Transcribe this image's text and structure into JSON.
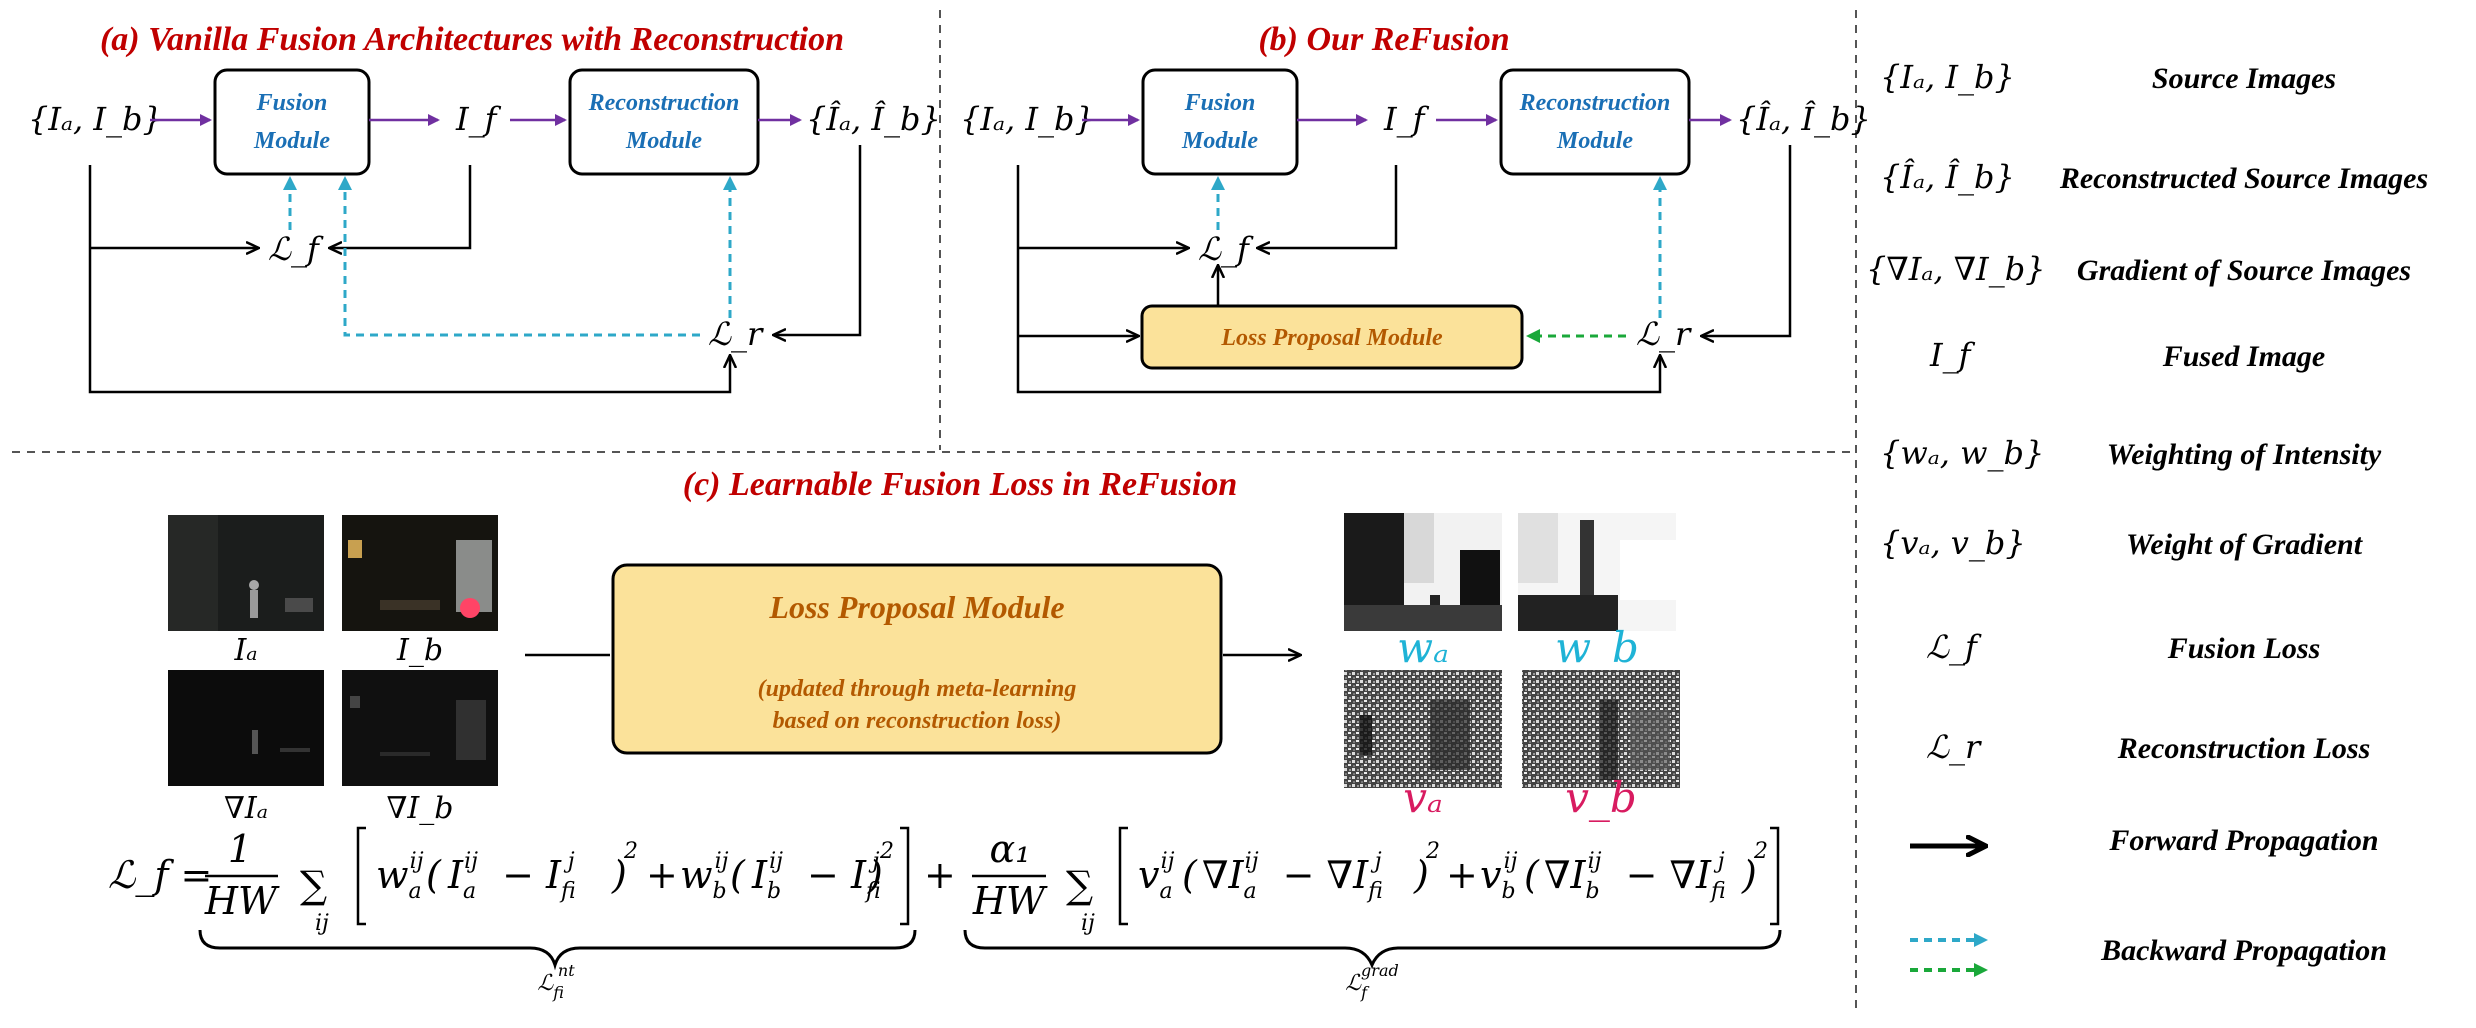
{
  "panels": {
    "a": {
      "title": "(a) Vanilla Fusion Architectures with Reconstruction"
    },
    "b": {
      "title": "(b) Our ReFusion"
    },
    "c": {
      "title": "(c) Learnable Fusion Loss in ReFusion"
    }
  },
  "modules": {
    "fusion_line1": "Fusion",
    "fusion_line2": "Module",
    "recon_line1": "Reconstruction",
    "recon_line2": "Module",
    "lpm_small": "Loss Proposal Module",
    "lpm_big": "Loss Proposal Module",
    "lpm_note1": "(updated through meta-learning",
    "lpm_note2": "based on reconstruction loss)"
  },
  "symbols": {
    "source": "{Iₐ, I_b}",
    "fused": "I_f",
    "recon": "{Îₐ, Î_b}",
    "lf": "ℒ_f",
    "lr": "ℒ_r"
  },
  "images": {
    "ia": "Iₐ",
    "ib": "I_b",
    "grad_a": "∇Iₐ",
    "grad_b": "∇I_b",
    "wa": "wₐ",
    "wb": "w_b",
    "va": "vₐ",
    "vb": "v_b"
  },
  "legend": [
    {
      "symbol": "{Iₐ, I_b}",
      "label": "Source Images"
    },
    {
      "symbol": "{Îₐ, Î_b}",
      "label": "Reconstructed Source Images"
    },
    {
      "symbol": "{∇Iₐ, ∇I_b}",
      "label": "Gradient of Source Images"
    },
    {
      "symbol": "I_f",
      "label": "Fused Image"
    },
    {
      "symbol": "{wₐ, w_b}",
      "label": "Weighting of Intensity"
    },
    {
      "symbol": "{vₐ, v_b}",
      "label": "Weight of Gradient"
    },
    {
      "symbol": "ℒ_f",
      "label": "Fusion Loss"
    },
    {
      "symbol": "ℒ_r",
      "label": "Reconstruction Loss"
    },
    {
      "symbol": "",
      "label": "Forward Propagation"
    },
    {
      "symbol": "",
      "label": "Backward Propagation"
    }
  ],
  "equation": {
    "lhs": "ℒ_f =",
    "frac1_num": "1",
    "frac1_den": "HW",
    "sum": "∑",
    "sum_sub": "ij",
    "term1": "w",
    "term2": "w",
    "frac2_num": "α₁",
    "frac2_den": "HW",
    "brace1_label": "ℒ_f^int",
    "brace2_label": "ℒ_f^grad"
  },
  "colors": {
    "title_red": "#c00000",
    "module_blue": "#1a6fb5",
    "forward_purple": "#7030a0",
    "backward_cyan": "#2ea8c8",
    "backward_green": "#1aa83a",
    "lpm_fill": "#fbe29a",
    "lpm_text": "#b35900",
    "w_cyan": "#1fb3d6",
    "v_pink": "#d81b60"
  }
}
